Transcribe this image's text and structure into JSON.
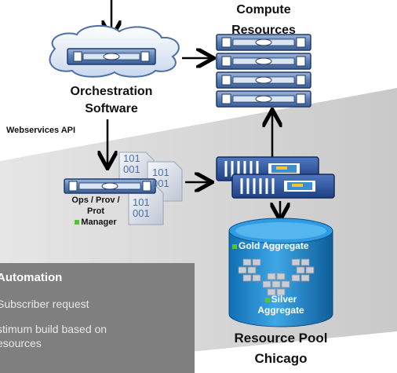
{
  "labels": {
    "compute_line1": "Compute",
    "compute_line2": "Resources",
    "orch_line1": "Orchestration",
    "orch_line2": "Software",
    "webservices_api": "Webservices API",
    "ops_line1": "Ops / Prov /",
    "ops_line2": "Prot",
    "ops_line3": "Manager",
    "gold_aggregate": "Gold Aggregate",
    "silver_line1": "Silver",
    "silver_line2": "Aggregate",
    "pool_line1": "Resource Pool",
    "pool_line2": "Chicago",
    "binary_1": "101",
    "binary_2": "001"
  },
  "panel": {
    "title": "Automation",
    "line1": "Subscriber request",
    "line2": "stimum build based on",
    "line3": "esources"
  },
  "colors": {
    "cylinder_blue": "#1f8fd3",
    "bullet_green": "#59c234",
    "server_blue": "#5b7fb6",
    "gray_band": "#d6d6d6"
  }
}
